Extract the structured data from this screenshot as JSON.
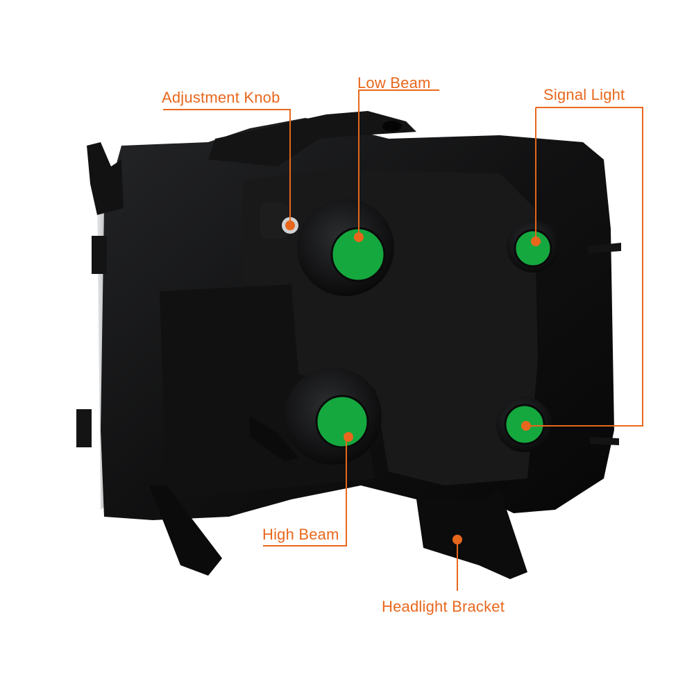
{
  "colors": {
    "callout": "#e8671c",
    "housing": "#0f0f10",
    "housing_light": "#2a2b2d",
    "socket_fill": "#15a83f"
  },
  "labels": {
    "adjustment_knob": "Adjustment Knob",
    "low_beam": "Low Beam",
    "signal_light": "Signal Light",
    "high_beam": "High Beam",
    "headlight_bracket": "Headlight Bracket"
  }
}
